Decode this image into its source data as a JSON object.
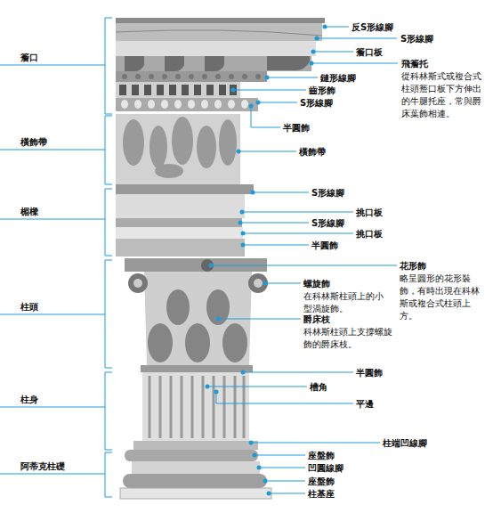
{
  "diagram": {
    "labels": [
      "反S形線腳",
      "S形線腳",
      "簷口板",
      "飛簷托",
      "從科林斯式或複合式柱頭簷口板下方伸出的牛腿托座，常與爵床葉飾相連。",
      "簷口",
      "鏈形線腳",
      "齒形飾",
      "S形線腳",
      "半圓飾",
      "橫飾帶",
      "橫飾帶",
      "S形線腳",
      "挑口板",
      "楣樑",
      "S形線腳",
      "挑口板",
      "半圓飾",
      "花形飾",
      "略呈圓形的花形裝飾，有時出現在科林斯或複合式柱頭上方。",
      "螺旋飾",
      "在科林斯柱頭上的小型渦旋飾。",
      "柱頭",
      "爵床枝",
      "科林斯柱頭上支撐螺旋飾的爵床枝。",
      "半圓飾",
      "槽角",
      "平邊",
      "柱身",
      "柱端凹線腳",
      "座盤飾",
      "凹圓線腳",
      "阿蒂克柱礎",
      "座盤飾",
      "柱基座"
    ]
  }
}
